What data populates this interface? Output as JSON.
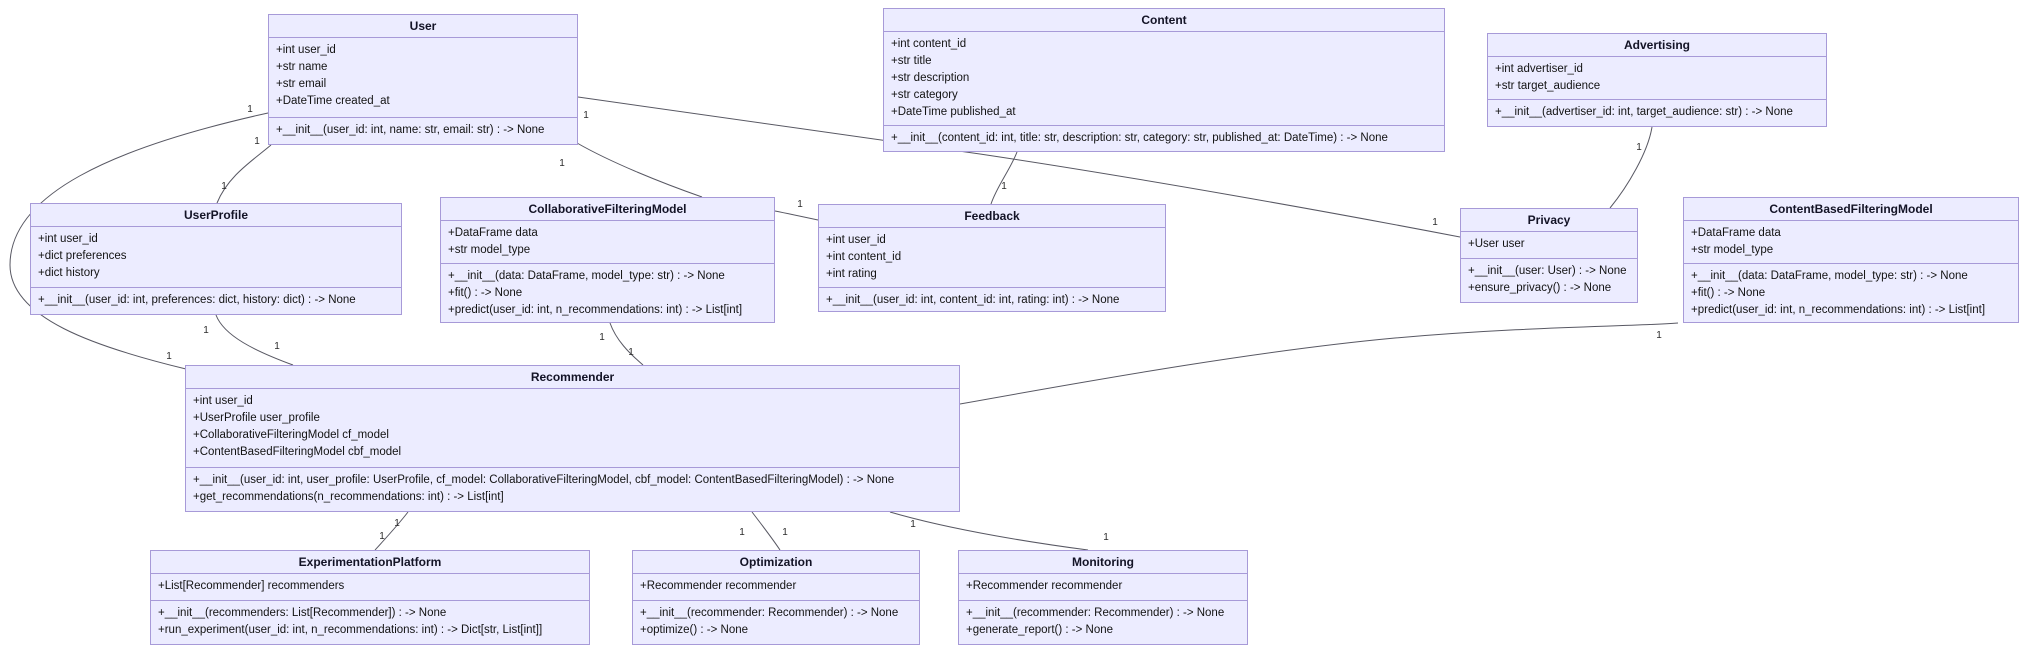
{
  "diagram": {
    "type": "uml-class-diagram",
    "colors": {
      "background": "#ffffff",
      "box_fill": "#ECECFF",
      "box_border": "#a79ad8",
      "edge": "#585863",
      "label_text": "#2b2b2b"
    },
    "classes": [
      {
        "name": "User",
        "attributes": [
          "+int user_id",
          "+str name",
          "+str email",
          "+DateTime created_at"
        ],
        "methods": [
          "+__init__(user_id: int, name: str, email: str) : -> None"
        ]
      },
      {
        "name": "Content",
        "attributes": [
          "+int content_id",
          "+str title",
          "+str description",
          "+str category",
          "+DateTime published_at"
        ],
        "methods": [
          "+__init__(content_id: int, title: str, description: str, category: str, published_at: DateTime) : -> None"
        ]
      },
      {
        "name": "Advertising",
        "attributes": [
          "+int advertiser_id",
          "+str target_audience"
        ],
        "methods": [
          "+__init__(advertiser_id: int, target_audience: str) : -> None"
        ]
      },
      {
        "name": "UserProfile",
        "attributes": [
          "+int user_id",
          "+dict preferences",
          "+dict history"
        ],
        "methods": [
          "+__init__(user_id: int, preferences: dict, history: dict) : -> None"
        ]
      },
      {
        "name": "CollaborativeFilteringModel",
        "attributes": [
          "+DataFrame data",
          "+str model_type"
        ],
        "methods": [
          "+__init__(data: DataFrame, model_type: str) : -> None",
          "+fit() : -> None",
          "+predict(user_id: int, n_recommendations: int) : -> List[int]"
        ]
      },
      {
        "name": "Feedback",
        "attributes": [
          "+int user_id",
          "+int content_id",
          "+int rating"
        ],
        "methods": [
          "+__init__(user_id: int, content_id: int, rating: int) : -> None"
        ]
      },
      {
        "name": "Privacy",
        "attributes": [
          "+User user"
        ],
        "methods": [
          "+__init__(user: User) : -> None",
          "+ensure_privacy() : -> None"
        ]
      },
      {
        "name": "ContentBasedFilteringModel",
        "attributes": [
          "+DataFrame data",
          "+str model_type"
        ],
        "methods": [
          "+__init__(data: DataFrame, model_type: str) : -> None",
          "+fit() : -> None",
          "+predict(user_id: int, n_recommendations: int) : -> List[int]"
        ]
      },
      {
        "name": "Recommender",
        "attributes": [
          "+int user_id",
          "+UserProfile user_profile",
          "+CollaborativeFilteringModel cf_model",
          "+ContentBasedFilteringModel cbf_model"
        ],
        "methods": [
          "+__init__(user_id: int, user_profile: UserProfile, cf_model: CollaborativeFilteringModel, cbf_model: ContentBasedFilteringModel) : -> None",
          "+get_recommendations(n_recommendations: int) : -> List[int]"
        ]
      },
      {
        "name": "ExperimentationPlatform",
        "attributes": [
          "+List[Recommender] recommenders"
        ],
        "methods": [
          "+__init__(recommenders: List[Recommender]) : -> None",
          "+run_experiment(user_id: int, n_recommendations: int) : -> Dict[str, List[int]]"
        ]
      },
      {
        "name": "Optimization",
        "attributes": [
          "+Recommender recommender"
        ],
        "methods": [
          "+__init__(recommender: Recommender) : -> None",
          "+optimize() : -> None"
        ]
      },
      {
        "name": "Monitoring",
        "attributes": [
          "+Recommender recommender"
        ],
        "methods": [
          "+__init__(recommender: Recommender) : -> None",
          "+generate_report() : -> None"
        ]
      }
    ],
    "relationships": [
      {
        "from": "User",
        "to": "UserProfile",
        "labels": [
          "1",
          "1"
        ]
      },
      {
        "from": "User",
        "to": "Recommender",
        "labels": [
          "1",
          "1"
        ]
      },
      {
        "from": "UserProfile",
        "to": "Recommender",
        "labels": [
          "1",
          "1"
        ]
      },
      {
        "from": "User",
        "to": "CollaborativeFilteringModel",
        "labels": [
          "1"
        ]
      },
      {
        "from": "CollaborativeFilteringModel",
        "to": "Feedback",
        "labels": [
          "1"
        ]
      },
      {
        "from": "Content",
        "to": "Feedback",
        "labels": [
          "1"
        ]
      },
      {
        "from": "User",
        "to": "Privacy",
        "labels": [
          "1",
          "1"
        ]
      },
      {
        "from": "Advertising",
        "to": "Privacy",
        "labels": [
          "1"
        ]
      },
      {
        "from": "CollaborativeFilteringModel",
        "to": "Recommender",
        "labels": [
          "1",
          "1"
        ]
      },
      {
        "from": "Recommender",
        "to": "ContentBasedFilteringModel",
        "labels": [
          "1",
          "1"
        ]
      },
      {
        "from": "Recommender",
        "to": "ExperimentationPlatform",
        "labels": [
          "1",
          "1"
        ]
      },
      {
        "from": "Recommender",
        "to": "Optimization",
        "labels": [
          "1",
          "1"
        ]
      },
      {
        "from": "Recommender",
        "to": "Monitoring",
        "labels": [
          "1",
          "1"
        ]
      }
    ]
  }
}
